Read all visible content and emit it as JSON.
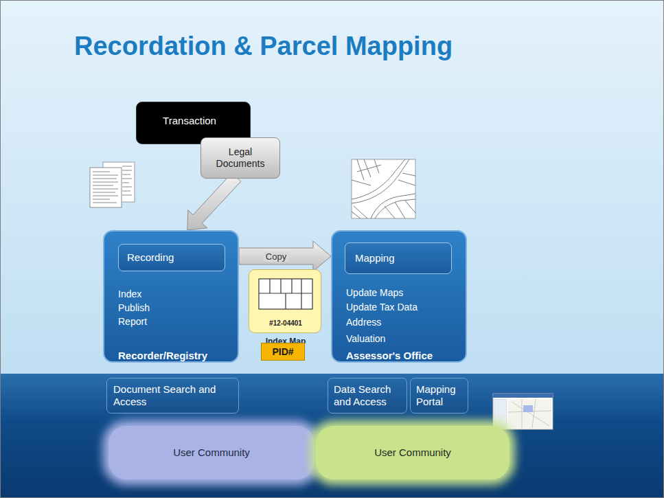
{
  "diagram": {
    "title": "Recordation & Parcel Mapping",
    "nodes": [
      {
        "text": [
          "Transaction"
        ]
      },
      {
        "text": [
          "Legal Documents"
        ]
      },
      {
        "text": [
          "Index",
          "Publish",
          "Report",
          "Recorder/Registry"
        ]
      },
      {
        "text": [
          "Recording"
        ],
        "in": 2
      },
      {
        "text": [
          "Update Maps",
          "Update Tax Data",
          "Address",
          "Valuation",
          "Assessor's Office"
        ]
      },
      {
        "text": [
          "Mapping"
        ],
        "in": 4
      },
      {
        "text": [
          "#12-04401",
          "Index Map"
        ]
      },
      {
        "text": [
          "PID#"
        ]
      },
      {
        "text": [
          "Document Search and Access"
        ]
      },
      {
        "text": [
          "Data Search and Access"
        ]
      },
      {
        "text": [
          "Mapping Portal"
        ]
      },
      {
        "text": [
          "User Community"
        ]
      },
      {
        "text": [
          "User Community"
        ]
      }
    ],
    "edges": [
      {
        "from": 1,
        "to": 2,
        "arrow": "to"
      },
      {
        "from": 2,
        "to": 4,
        "label": "Copy",
        "arrow": "to"
      }
    ]
  }
}
